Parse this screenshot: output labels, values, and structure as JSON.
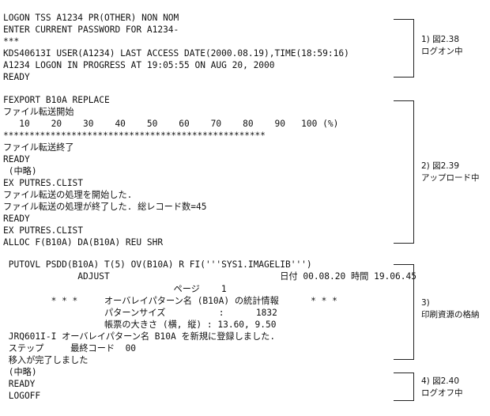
{
  "block1": {
    "lines": [
      "LOGON TSS A1234 PR(OTHER) NON NOM",
      "ENTER CURRENT PASSWORD FOR A1234-",
      "***",
      "KDS40613I USER(A1234) LAST ACCESS DATE(2000.08.19),TIME(18:59:16)",
      "A1234 LOGON IN PROGRESS AT 19:05:55 ON AUG 20, 2000",
      "READY"
    ],
    "note": [
      "1) 図2.38",
      "ログオン中"
    ]
  },
  "block2": {
    "lines": [
      "FEXPORT B10A REPLACE",
      "ファイル転送開始",
      "   10    20    30    40    50    60    70    80    90   100 (%)",
      "**************************************************",
      "ファイル転送終了",
      "READY",
      " (中略)",
      "EX PUTRES.CLIST",
      "ファイル転送の処理を開始した.",
      "ファイル転送の処理が終了した. 総レコード数=45",
      "READY",
      "EX PUTRES.CLIST",
      "ALLOC F(B10A) DA(B10A) REU SHR"
    ],
    "note": [
      "2) 図2.39",
      "アップロード中"
    ]
  },
  "block3": {
    "lines": [
      " PUTOVL PSDD(B10A) T(5) OV(B10A) R FI('''SYS1.IMAGELIB''')",
      "              ADJUST                                日付 00.08.20 時間 19.06.45",
      "                                ページ    1",
      "         * * *     オーバレイパターン名 (B10A) の統計情報      * * *",
      "                   パターンサイズ          :      1832",
      "                   帳票の大きさ (横, 縦) : 13.60, 9.50",
      " JRQ601I-I オーバレイパターン名 B10A を新規に登録しました.",
      " ステップ     最終コード  00",
      " 移入が完了しました"
    ],
    "note": [
      "3)",
      "印刷資源の格納"
    ]
  },
  "block4": {
    "lines": [
      " (中略)",
      " READY",
      " LOGOFF"
    ],
    "note": [
      "4) 図2.40",
      "ログオフ中"
    ]
  }
}
